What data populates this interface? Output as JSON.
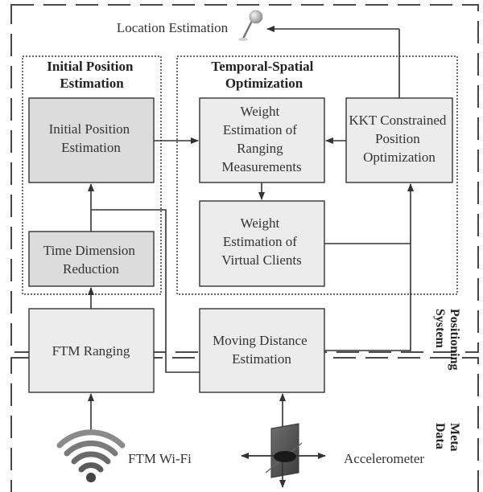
{
  "sections": {
    "positioning_system": [
      "Positioning",
      "System"
    ],
    "meta_data": [
      "Meta",
      "Data"
    ]
  },
  "location_estimation": "Location Estimation",
  "groups": {
    "initial": [
      "Initial Position",
      "Estimation"
    ],
    "temporal": [
      "Temporal-Spatial",
      "Optimization"
    ]
  },
  "boxes": {
    "initial_position": [
      "Initial Position",
      "Estimation"
    ],
    "time_reduction": [
      "Time Dimension",
      "Reduction"
    ],
    "ftm_ranging": [
      "FTM Ranging"
    ],
    "weight_ranging": [
      "Weight",
      "Estimation of",
      "Ranging",
      "Measurements"
    ],
    "kkt": [
      "KKT Constrained",
      "Position",
      "Optimization"
    ],
    "weight_virtual": [
      "Weight",
      "Estimation of",
      "Virtual Clients"
    ],
    "moving_distance": [
      "Moving Distance",
      "Estimation"
    ]
  },
  "sources": {
    "wifi": "FTM Wi-Fi",
    "accelerometer": "Accelerometer"
  },
  "colors": {
    "box_light": "#ececec",
    "box_dark": "#dcdcdc",
    "line": "#333333",
    "pin": "#b8b8b8"
  },
  "icons": [
    "map-pin-icon",
    "wifi-icon",
    "accelerometer-icon"
  ]
}
